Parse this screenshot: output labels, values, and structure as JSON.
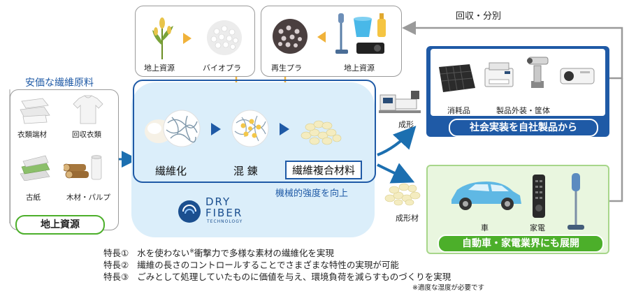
{
  "top_left_box": {
    "source_label": "地上資源",
    "result_label": "バイオプラ"
  },
  "top_right_box": {
    "result_label": "再生プラ",
    "source_label": "地上資源"
  },
  "recovery_label": "回収・分別",
  "cheap_fiber_heading": "安価な繊維原料",
  "raw_materials": {
    "items": [
      {
        "label": "衣類端材"
      },
      {
        "label": "回収衣類"
      },
      {
        "label": "古紙"
      },
      {
        "label": "木材・パルプ"
      }
    ],
    "badge": "地上資源"
  },
  "process": {
    "step1": "繊維化",
    "step2": "混 錬",
    "step3": "繊維複合材料",
    "strength_note": "機械的強度を向上",
    "logo_line1": "DRY",
    "logo_line2": "FIBER",
    "logo_line3": "TECHNOLOGY"
  },
  "molding_label": "成形",
  "molded_material_label": "成形材",
  "blue_panel": {
    "items": [
      "消耗品",
      "製品外装・筐体"
    ],
    "banner": "社会実装を自社製品から"
  },
  "green_panel": {
    "items": [
      "車",
      "家電"
    ],
    "banner": "自動車・家電業界にも展開"
  },
  "features": [
    {
      "prefix": "特長①",
      "text": "水を使わない",
      "sup": "※",
      "rest": "衝撃力で多様な素材の繊維化を実現"
    },
    {
      "prefix": "特長②",
      "text": "繊維の長さのコントロールすることでさまざまな特性の実現が可能",
      "sup": "",
      "rest": ""
    },
    {
      "prefix": "特長③",
      "text": "ごみとして処理していたものに価値を与え、環境負荷を減らすものづくりを実現",
      "sup": "",
      "rest": ""
    }
  ],
  "footnote": "※適度な湿度が必要です",
  "colors": {
    "blue": "#1f5aa6",
    "green": "#4caf2a",
    "light_blue": "#dbeefa",
    "arrow_blue": "#1c6fb0"
  }
}
